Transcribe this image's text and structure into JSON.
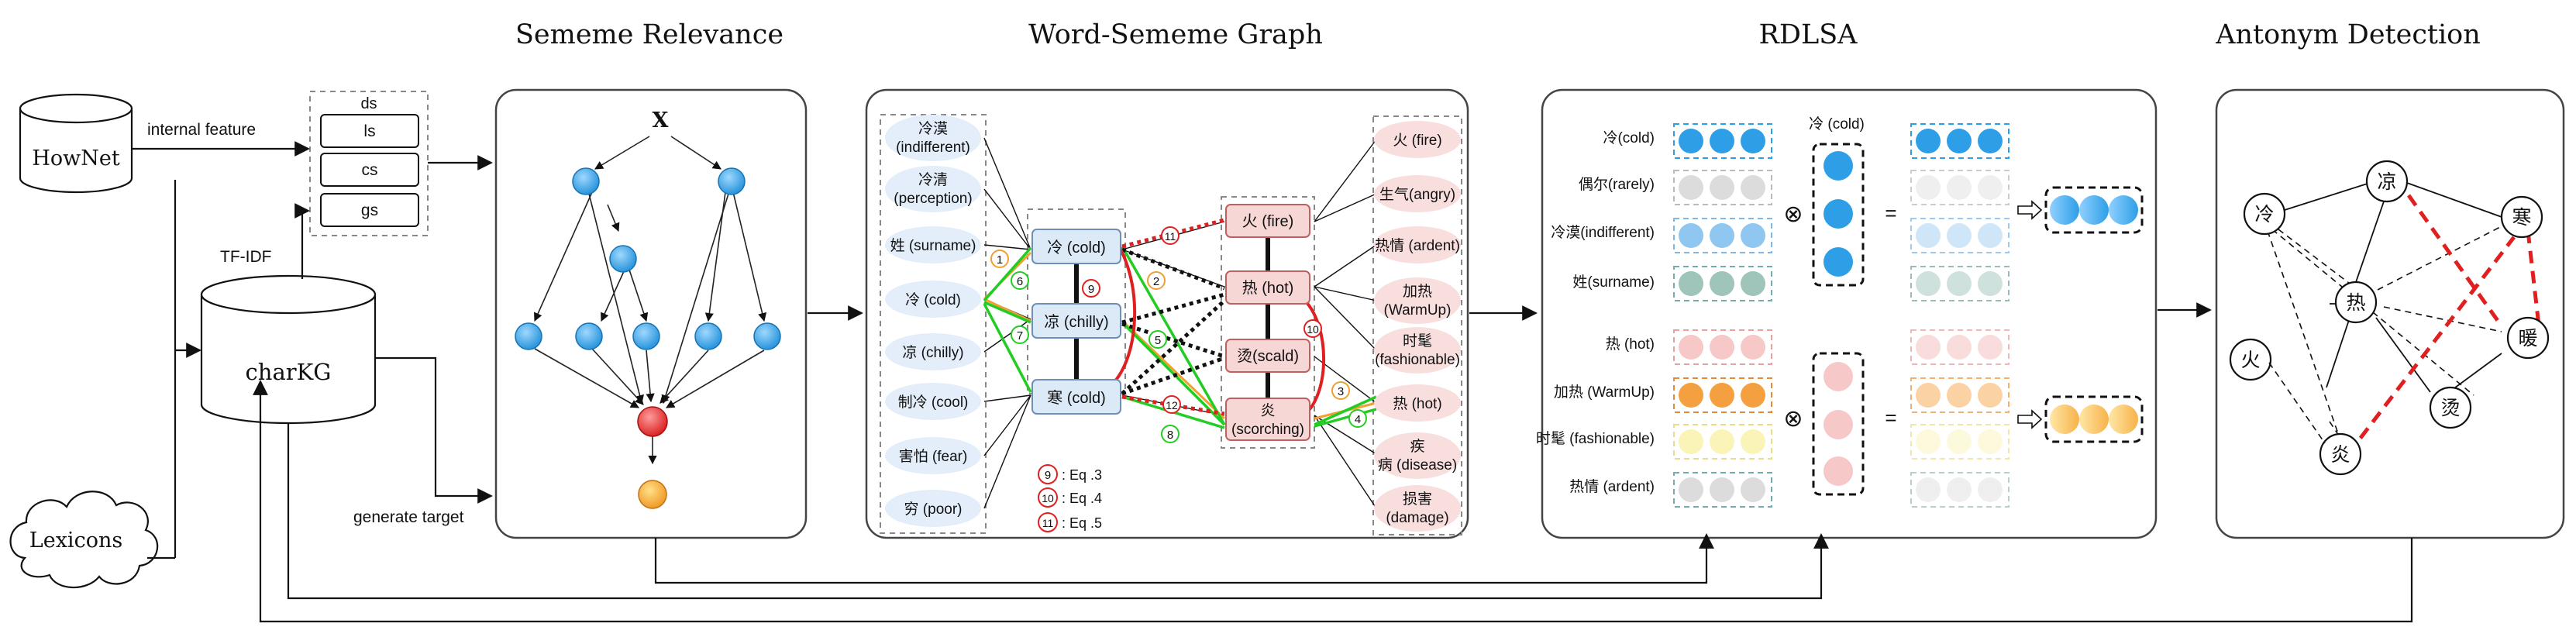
{
  "titles": {
    "sememe_relevance": "Sememe Relevance",
    "word_sememe_graph": "Word-Sememe Graph",
    "rdlsa": "RDLSA",
    "antonym_detection": "Antonym Detection"
  },
  "sources": {
    "hownet": "HowNet",
    "charkg": "charKG",
    "lexicons": "Lexicons",
    "internal_feature": "internal feature",
    "tfidf": "TF-IDF",
    "generate_target": "generate target",
    "feature_group_label": "ds",
    "features": [
      "ls",
      "cs",
      "gs"
    ]
  },
  "tree": {
    "root": "X"
  },
  "graph": {
    "left_words": [
      [
        "冷漠",
        "(indifferent)"
      ],
      [
        "冷清",
        "(perception)"
      ],
      [
        "姓 (surname)"
      ],
      [
        "冷 (cold)"
      ],
      [
        "凉 (chilly)"
      ],
      [
        "制冷 (cool)"
      ],
      [
        "害怕 (fear)"
      ],
      [
        "穷 (poor)"
      ]
    ],
    "cold_sememes": [
      "冷 (cold)",
      "凉 (chilly)",
      "寒 (cold)"
    ],
    "hot_sememes": [
      [
        "火 (fire)"
      ],
      [
        "热 (hot)"
      ],
      [
        "烫(scald)"
      ],
      [
        "炎",
        "(scorching)"
      ]
    ],
    "right_words": [
      [
        "火 (fire)"
      ],
      [
        "生气(angry)"
      ],
      [
        "热情 (ardent)"
      ],
      [
        "加热",
        "(WarmUp)"
      ],
      [
        "时髦",
        "(fashionable)"
      ],
      [
        "热 (hot)"
      ],
      [
        "疾",
        "病 (disease)"
      ],
      [
        "损害",
        "(damage)"
      ]
    ],
    "edge_markers": [
      "1",
      "6",
      "7",
      "2",
      "5",
      "3",
      "4",
      "8",
      "9",
      "10",
      "11",
      "12"
    ],
    "legend": [
      {
        "num": "9",
        "text": ": Eq .3"
      },
      {
        "num": "10",
        "text": ": Eq .4"
      },
      {
        "num": "11",
        "text": ": Eq .5"
      }
    ]
  },
  "rdlsa": {
    "top_rows": [
      "冷(cold)",
      "偶尔(rarely)",
      "冷漠(indifferent)",
      "姓(surname)"
    ],
    "bottom_rows": [
      "热 (hot)",
      "加热 (WarmUp)",
      "时髦 (fashionable)",
      "热情 (ardent)"
    ],
    "query_label": "冷 (cold)",
    "otimes": "⊗",
    "equals": "="
  },
  "antonym": {
    "nodes": [
      "冷",
      "凉",
      "寒",
      "热",
      "暖",
      "火",
      "烫",
      "炎"
    ]
  },
  "colors": {
    "blue_node": "#2E9FE6",
    "red_node": "#E53935",
    "orange_node": "#F5A623",
    "cold_box": "#DCE9F7",
    "hot_box": "#F7D6D6",
    "green_edge": "#22CC22",
    "red_edge": "#E02020",
    "orange_edge": "#F0A030"
  }
}
